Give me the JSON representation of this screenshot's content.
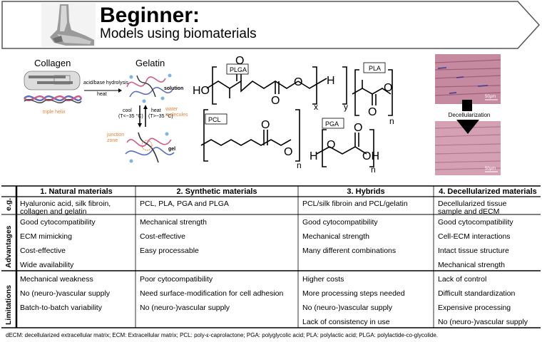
{
  "header": {
    "title": "Beginner:",
    "subtitle": "Models using biomaterials"
  },
  "figures": {
    "collagen": {
      "title": "Collagen",
      "triple_helix": "triple helix",
      "arrow_label_1": "acid/base hydrolysis",
      "arrow_label_2": "heat"
    },
    "gelatin": {
      "title": "Gelatin",
      "solution": "solution",
      "cool": "cool",
      "cool_temp": "(T<~35 °C)",
      "heat": "heat",
      "heat_temp": "(T>~35 °C)",
      "water_molecules": "water molecules",
      "junction_zone": "junction zone",
      "gel": "gel"
    },
    "chemistry": {
      "plga": "PLGA",
      "pla": "PLA",
      "pcl": "PCL",
      "pga": "PGA",
      "sub_x": "x",
      "sub_y": "y",
      "sub_n": "n",
      "ho": "HO",
      "h": "H",
      "oh": "OH",
      "o": "O"
    },
    "histology": {
      "scale_top": "50µm",
      "scale_bottom": "50µm",
      "label": "Decellularization"
    }
  },
  "table": {
    "headers": [
      "1. Natural materials",
      "2. Synthetic materials",
      "3. Hybrids",
      "4. Decellularized materials"
    ],
    "row_labels": [
      "e.g.",
      "Advantages",
      "Limitations"
    ],
    "eg": [
      [
        "Hyaluronic acid, silk fibroin,",
        "collagen and gelatin"
      ],
      [
        "PCL, PLA, PGA and PLGA"
      ],
      [
        "PCL/silk fibroin and PCL/gelatin"
      ],
      [
        "Decellularized tissue",
        "sample and dECM"
      ]
    ],
    "advantages": [
      [
        "Good cytocompatibility",
        "ECM mimicking",
        "Cost-effective",
        "Wide availability"
      ],
      [
        "Mechanical strength",
        "Cost-effective",
        "Easy processable"
      ],
      [
        "Good cytocompatibility",
        "Mechanical strength",
        "Many different combinations"
      ],
      [
        "Good cytocompatibility",
        "Cell-ECM interactions",
        "Intact tissue structure",
        "Mechanical strength"
      ]
    ],
    "limitations": [
      [
        "Mechanical weakness",
        "No (neuro-)vascular supply",
        "Batch-to-batch variability"
      ],
      [
        "Poor cytocompatibility",
        "Need surface-modification for cell adhesion",
        "No (neuro-)vascular supply"
      ],
      [
        "Higher costs",
        "More processing steps needed",
        "No (neuro-)vascular supply",
        "Lack of consistency in use"
      ],
      [
        "Lack of control",
        "Difficult standardization",
        "Expensive processing",
        "No (neuro-)vascular supply"
      ]
    ]
  },
  "footnote": "dECM: decellularized extracellular matrix; ECM: Extracellular matrix; PCL: poly-ε-caprolactone; PGA: polyglycolic acid; PLA: polylactic acid; PLGA: polylactide-co-glycolide.",
  "colors": {
    "banner_stroke": "#555555",
    "tissue_pink": "#c58aa0",
    "tissue_line": "#9e5f77",
    "helix_blue": "#5b6dbd",
    "helix_pink": "#d05a8a",
    "accent_orange": "#e8843a"
  }
}
